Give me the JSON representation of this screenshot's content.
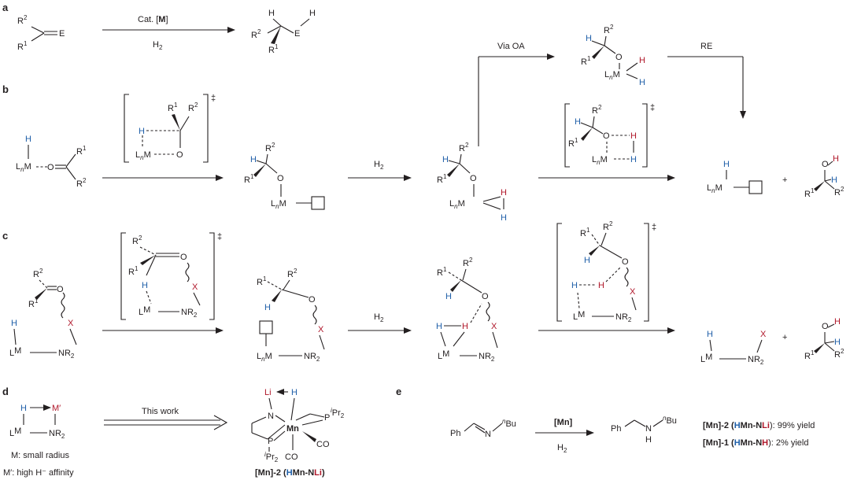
{
  "panels": {
    "a": {
      "label": "a",
      "catalyst_prefix": "Cat. [",
      "catalyst_metal": "M",
      "catalyst_suffix": "]",
      "reagent": "H",
      "reagent_sub": "2",
      "reactant": {
        "r1": "R",
        "r1_sup": "1",
        "r2": "R",
        "r2_sup": "2",
        "e": "E"
      },
      "product": {
        "h1": "H",
        "h2": "H",
        "e": "E",
        "r1": "R",
        "r1_sup": "1",
        "r2": "R",
        "r2_sup": "2"
      }
    },
    "b": {
      "label": "b",
      "via": "Via OA",
      "re": "RE",
      "h2": "H",
      "h2_sub": "2",
      "ts_mark": "‡",
      "plus": "+"
    },
    "c": {
      "label": "c",
      "h2": "H",
      "h2_sub": "2",
      "ts_mark": "‡",
      "plus": "+"
    },
    "d": {
      "label": "d",
      "this_work": "This work",
      "note1": "M: small radius",
      "note2": "M′: high H⁻ affinity",
      "compound_prefix": "[Mn]-2 (",
      "compound_h": "H",
      "compound_mid": "Mn-N",
      "compound_li": "Li",
      "compound_suffix": ")"
    },
    "e": {
      "label": "e",
      "catalyst": "[Mn]",
      "reagent": "H",
      "reagent_sub": "2",
      "result1_prefix": "[Mn]-2 (",
      "result1_h": "H",
      "result1_mid": "Mn-N",
      "result1_x": "Li",
      "result1_suffix": "): 99% yield",
      "result2_prefix": "[Mn]-1 (",
      "result2_h": "H",
      "result2_mid": "Mn-N",
      "result2_x": "H",
      "result2_suffix": "): 2% yield"
    }
  },
  "atoms": {
    "M": "M",
    "Mp": "M′",
    "H": "H",
    "O": "O",
    "X": "X",
    "E": "E",
    "Mn": "Mn",
    "N": "N",
    "P": "P",
    "Li": "Li",
    "Ln": "L",
    "n": "n",
    "NR2": "NR",
    "two": "2",
    "R": "R",
    "one": "1",
    "CO": "CO",
    "iPr": "i",
    "Pr2": "Pr",
    "Ph": "Ph",
    "nBu": "n",
    "Bu": "Bu"
  },
  "colors": {
    "blue": "#1f5fa8",
    "red": "#b0172a",
    "ink": "#231f20"
  }
}
